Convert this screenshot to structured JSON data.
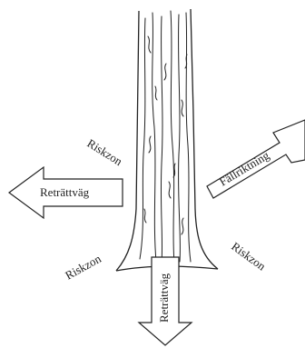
{
  "labels": {
    "risk_zone_upper_left": "Riskzon",
    "risk_zone_lower_left": "Riskzon",
    "risk_zone_lower_right": "Riskzon",
    "felling_direction": "Fällriktning",
    "retreat_path_left": "Reträttväg",
    "retreat_path_down": "Reträttväg"
  },
  "colors": {
    "ink": "#222222",
    "background": "#ffffff"
  }
}
